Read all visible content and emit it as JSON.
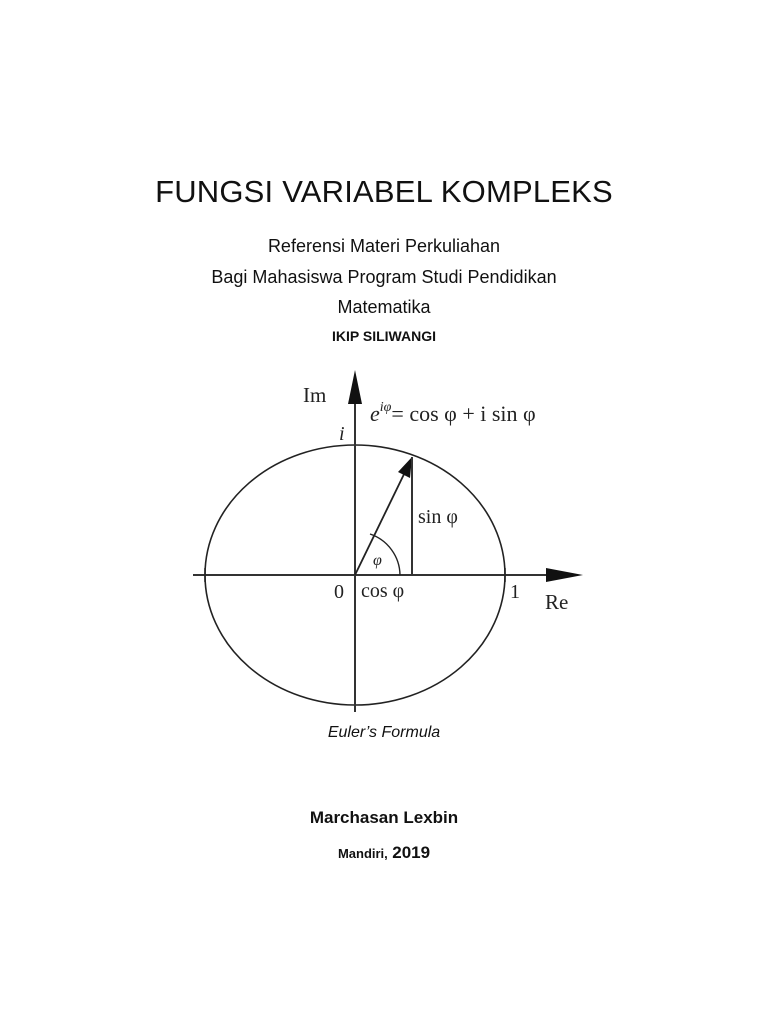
{
  "title": "FUNGSI VARIABEL KOMPLEKS",
  "subtitle": {
    "line1": "Referensi Materi Perkuliahan",
    "line2": "Bagi Mahasiswa Program Studi Pendidikan",
    "line3": "Matematika"
  },
  "institution": "IKIP SILIWANGI",
  "figure": {
    "y_axis_label": "Im",
    "x_axis_label": "Re",
    "formula_base": "e",
    "formula_exponent": "iφ",
    "formula_rhs": "= cos φ + i sin φ",
    "i_label": "i",
    "origin_label": "0",
    "one_label": "1",
    "cos_label": "cos φ",
    "sin_label": "sin φ",
    "angle_label": "φ",
    "caption": "Euler’s Formula"
  },
  "author": "Marchasan Lexbin",
  "publisher": {
    "place": "Mandiri,",
    "year": "2019"
  }
}
